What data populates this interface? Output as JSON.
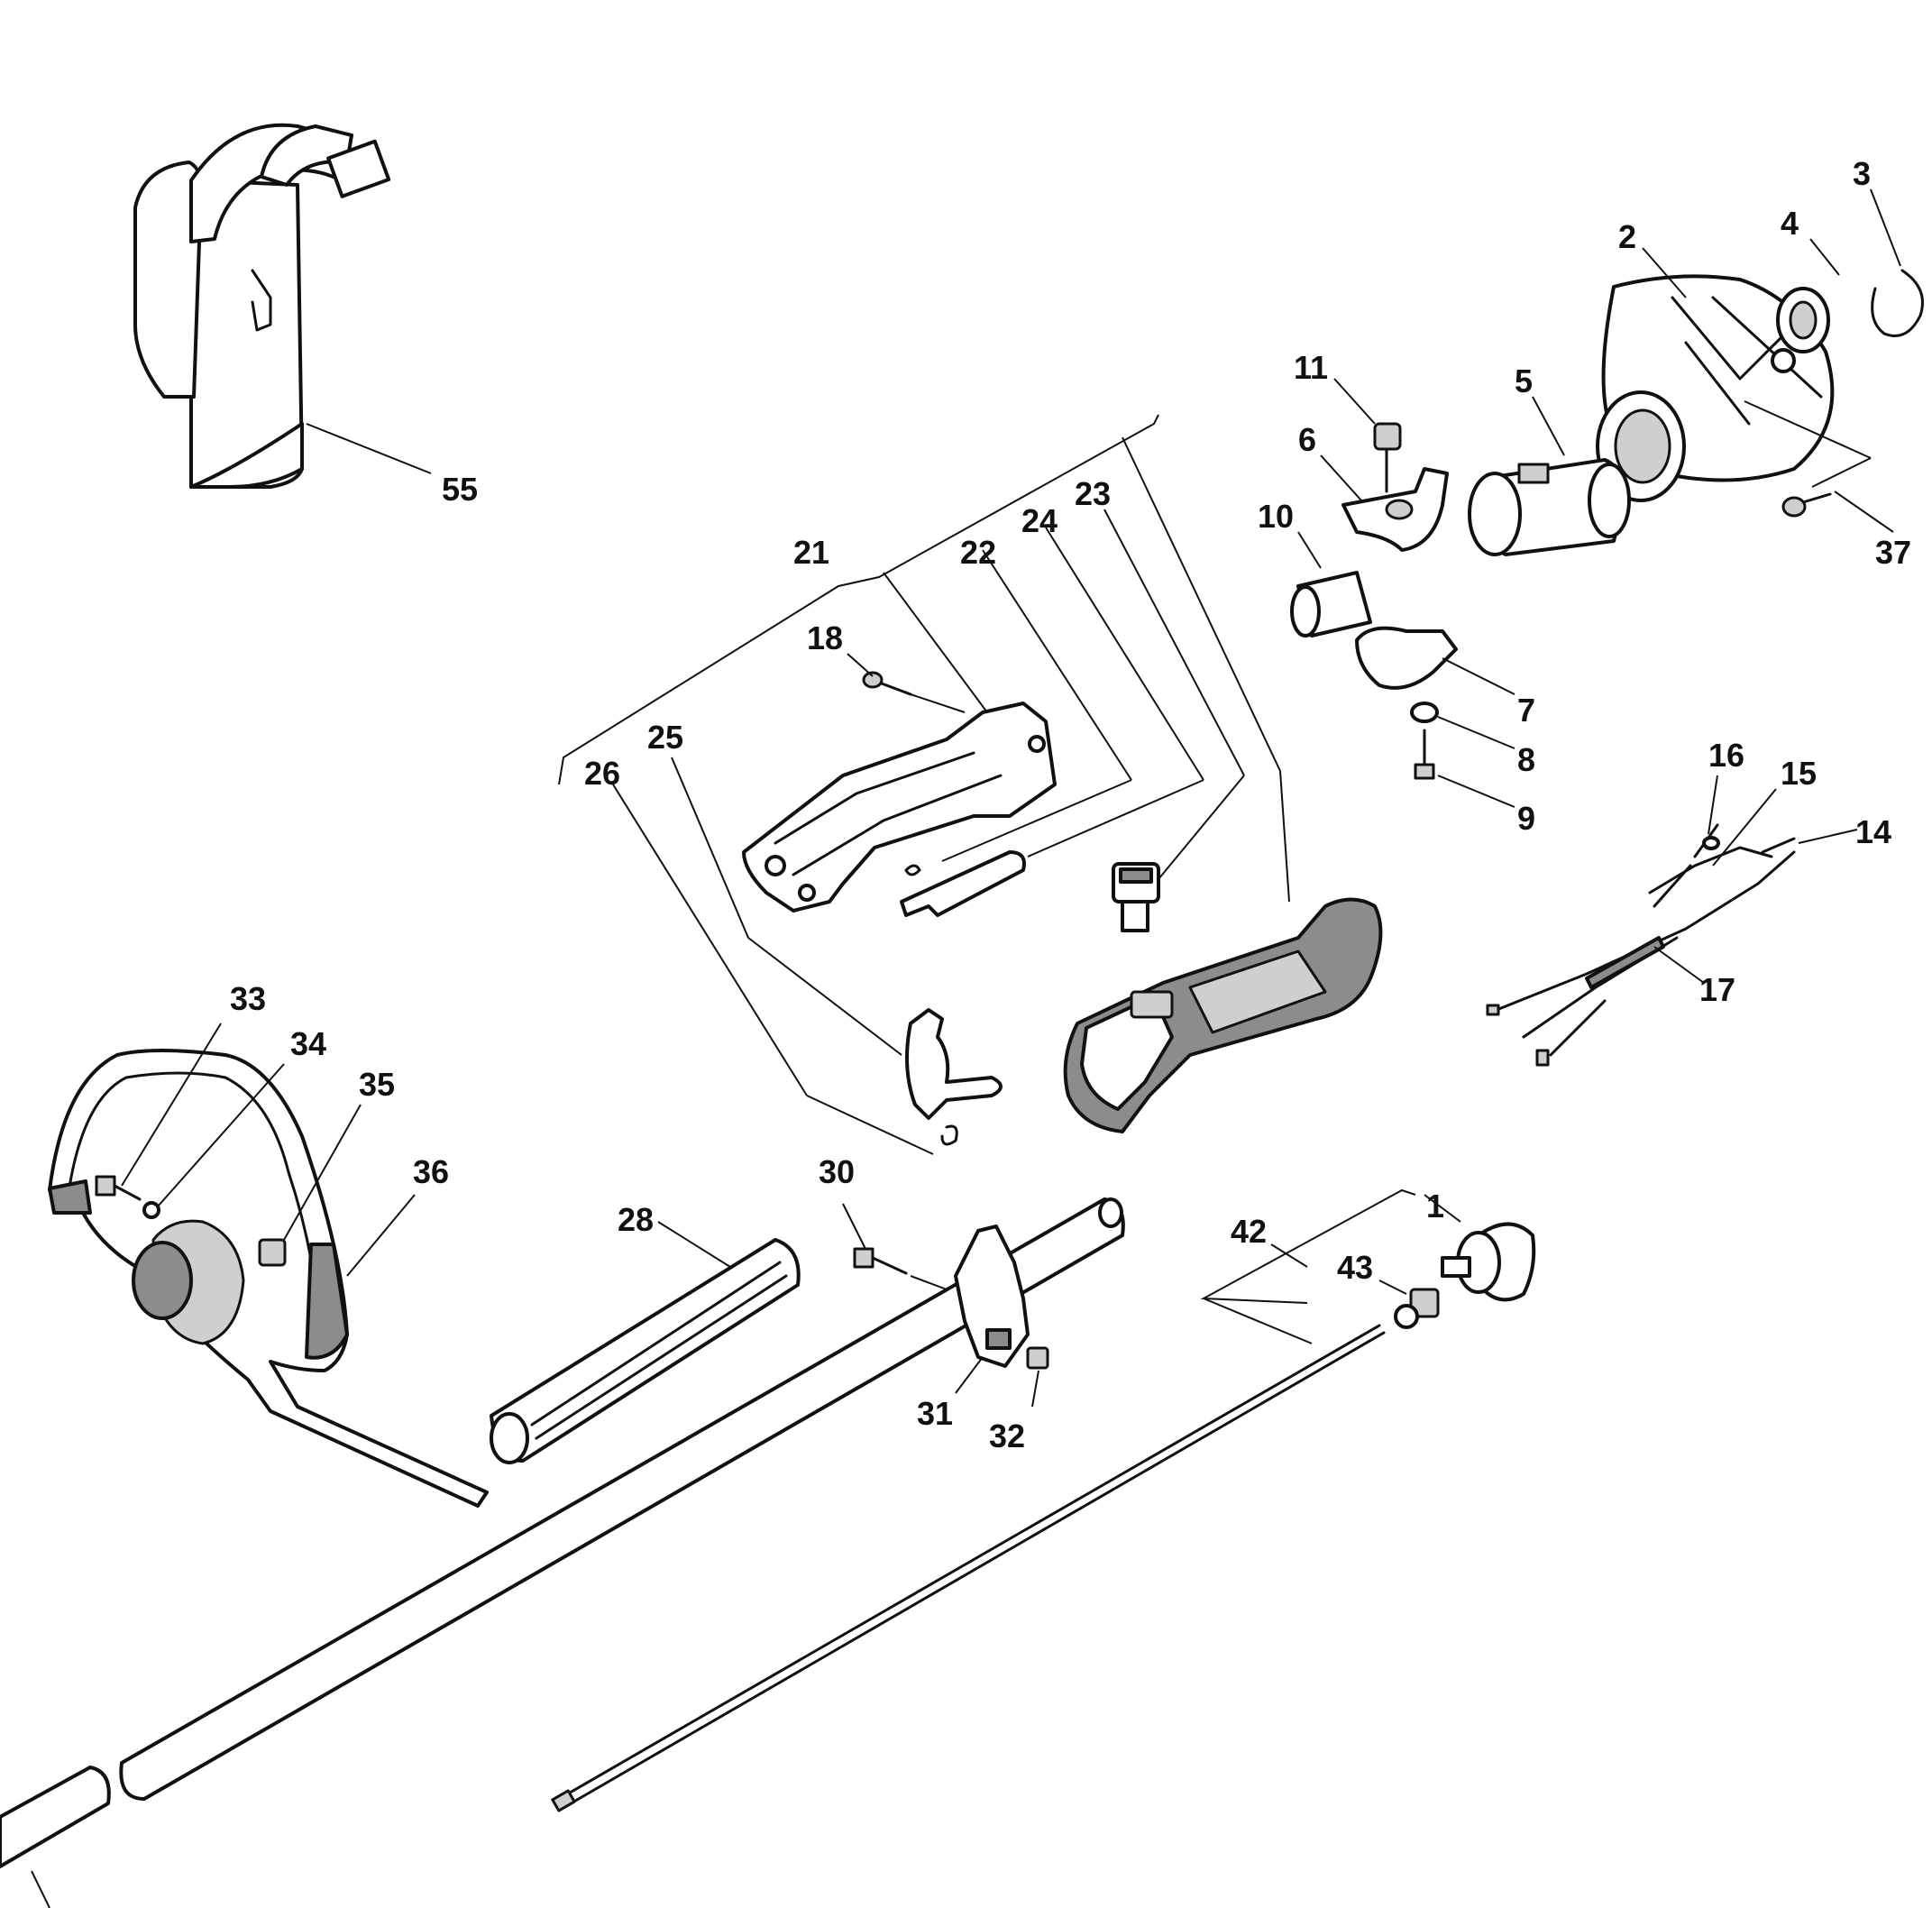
{
  "labels": {
    "l1": "1",
    "l2": "2",
    "l3": "3",
    "l4": "4",
    "l5": "5",
    "l6": "6",
    "l7": "7",
    "l8": "8",
    "l9": "9",
    "l10": "10",
    "l11": "11",
    "l14": "14",
    "l15": "15",
    "l16": "16",
    "l17": "17",
    "l18": "18",
    "l21": "21",
    "l22": "22",
    "l23": "23",
    "l24": "24",
    "l25": "25",
    "l26": "26",
    "l28": "28",
    "l30": "30",
    "l31": "31",
    "l32": "32",
    "l33": "33",
    "l34": "34",
    "l35": "35",
    "l36": "36",
    "l37": "37",
    "l42": "42",
    "l43": "43",
    "l55": "55"
  }
}
